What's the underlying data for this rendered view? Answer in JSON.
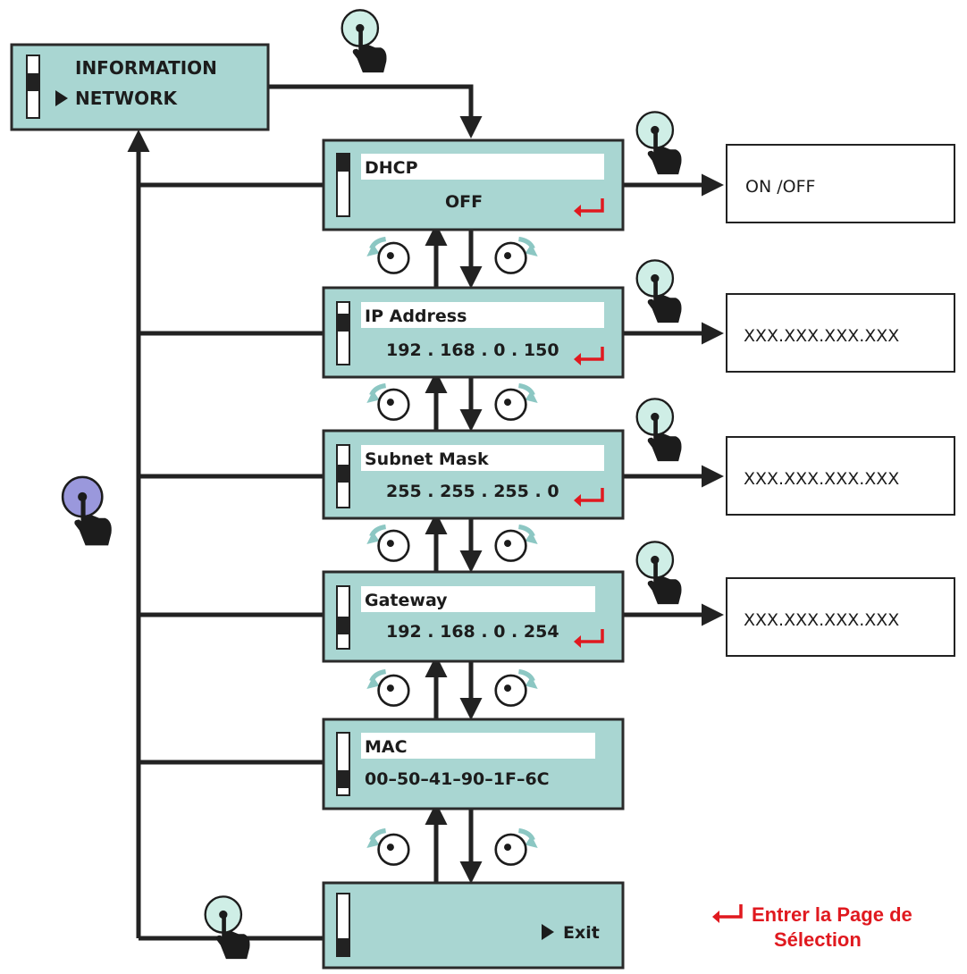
{
  "root_menu": {
    "items": [
      "INFORMATION",
      "NETWORK"
    ],
    "selected_index": 1
  },
  "screens": [
    {
      "title": "DHCP",
      "value": "OFF",
      "enter_icon": true,
      "scroll_level": 0.0
    },
    {
      "title": "IP Address",
      "value": "192 . 168 . 0 . 150",
      "enter_icon": true,
      "scroll_level": 0.2
    },
    {
      "title": "Subnet Mask",
      "value": "255 . 255 . 255 . 0",
      "enter_icon": true,
      "scroll_level": 0.45
    },
    {
      "title": "Gateway",
      "value": "192 . 168 . 0 . 254",
      "enter_icon": true,
      "scroll_level": 0.65
    },
    {
      "title": "MAC",
      "value": "00–50–41–90–1F–6C",
      "enter_icon": false,
      "scroll_level": 0.85
    },
    {
      "title": "",
      "value": "",
      "exit_label": "Exit",
      "enter_icon": false,
      "scroll_level": 1.0
    }
  ],
  "selection_boxes": [
    "ON /OFF",
    "XXX.XXX.XXX.XXX",
    "XXX.XXX.XXX.XXX",
    "XXX.XXX.XXX.XXX"
  ],
  "legend": {
    "line1": "Entrer la Page de",
    "line2": "Sélection"
  },
  "colors": {
    "lcd": "#a9d6d2",
    "enter_arrow": "#e0191f",
    "knob_teal": "#cfeee6",
    "knob_purple": "#9a98dc",
    "rotate_arrow": "#8cc7c3"
  }
}
